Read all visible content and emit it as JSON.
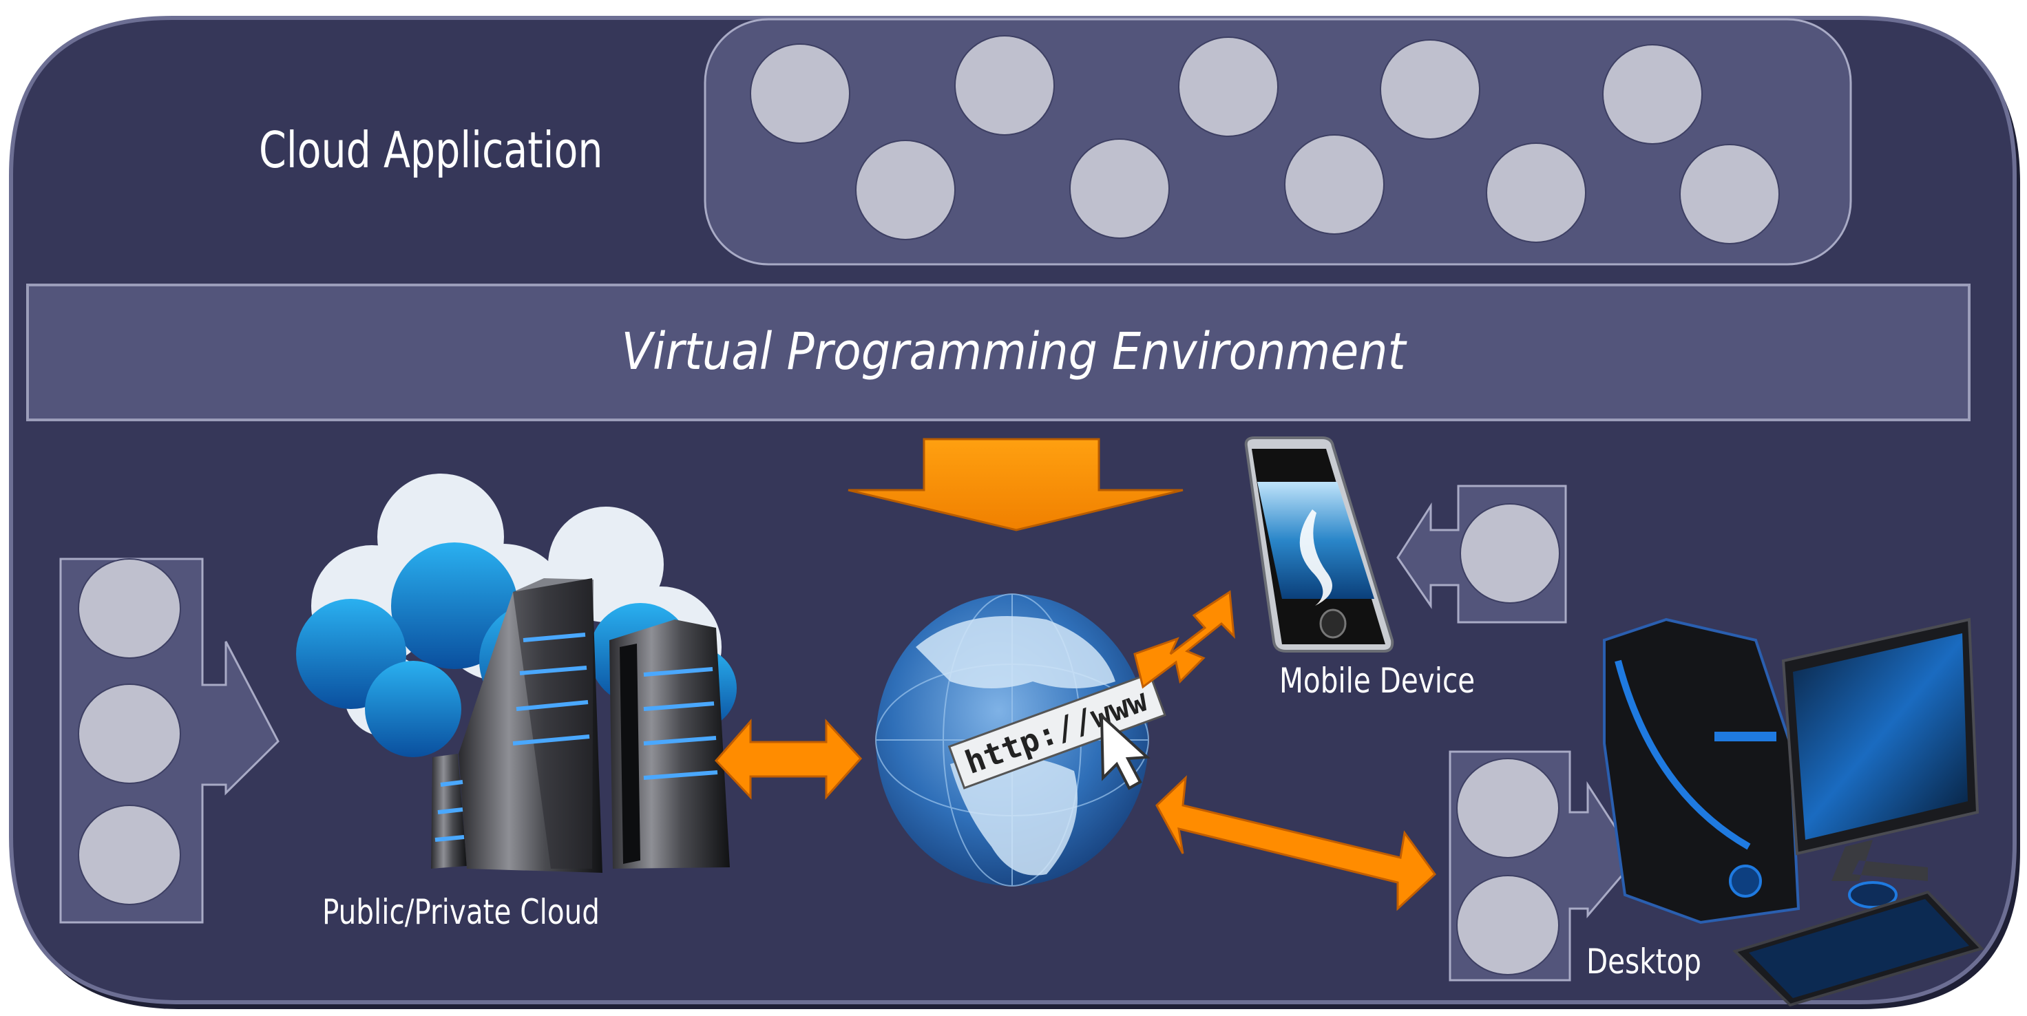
{
  "diagram": {
    "title": "Cloud Application",
    "layer_label": "Virtual Programming Environment",
    "nodes": {
      "cloud": {
        "label": "Public/Private Cloud",
        "icon": "cloud-server-icon",
        "input_components": 3
      },
      "mobile": {
        "label": "Mobile Device",
        "icon": "smartphone-icon",
        "input_components": 1
      },
      "desktop": {
        "label": "Desktop",
        "icon": "desktop-computer-icon",
        "input_components": 2
      },
      "internet": {
        "icon": "globe-icon",
        "url_text": "http://www"
      }
    },
    "application_components": 10,
    "connections": [
      {
        "from": "Virtual Programming Environment",
        "to": "internet",
        "type": "one-way"
      },
      {
        "from": "internet",
        "to": "Public/Private Cloud",
        "type": "two-way"
      },
      {
        "from": "internet",
        "to": "Mobile Device",
        "type": "two-way"
      },
      {
        "from": "internet",
        "to": "Desktop",
        "type": "two-way"
      }
    ],
    "colors": {
      "background": "#363759",
      "panel": "#53557b",
      "component": "#bfc0ce",
      "arrow": "#ff8c00",
      "text": "#ffffff"
    }
  }
}
